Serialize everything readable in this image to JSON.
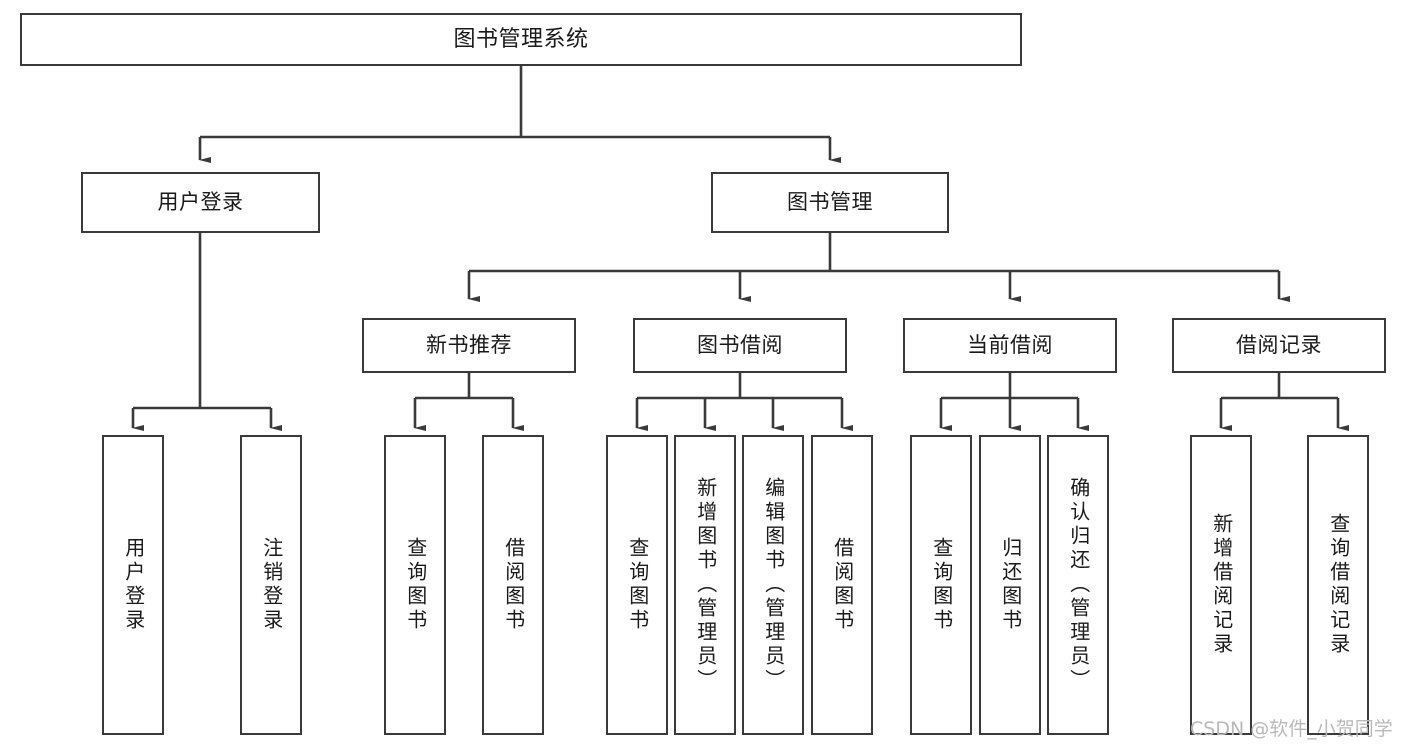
{
  "diagram": {
    "title": "图书管理系统",
    "type": "functional-structure-tree",
    "stroke_color": "#3a3a3a",
    "text_color": "#1a1a1a",
    "background_color": "#ffffff",
    "levels": {
      "root": {
        "label": "图书管理系统"
      },
      "level1": [
        {
          "id": "user-login",
          "label": "用户登录"
        },
        {
          "id": "book-management",
          "label": "图书管理"
        }
      ],
      "level2": [
        {
          "id": "new-book-recommend",
          "label": "新书推荐",
          "parent": "book-management"
        },
        {
          "id": "book-borrow",
          "label": "图书借阅",
          "parent": "book-management"
        },
        {
          "id": "current-borrow",
          "label": "当前借阅",
          "parent": "book-management"
        },
        {
          "id": "borrow-record",
          "label": "借阅记录",
          "parent": "book-management"
        }
      ],
      "level3": [
        {
          "id": "leaf-user-login",
          "label": "用户登录",
          "parent": "user-login"
        },
        {
          "id": "leaf-logout",
          "label": "注销登录",
          "parent": "user-login"
        },
        {
          "id": "leaf-query-book-1",
          "label": "查询图书",
          "parent": "new-book-recommend"
        },
        {
          "id": "leaf-borrow-book-1",
          "label": "借阅图书",
          "parent": "new-book-recommend"
        },
        {
          "id": "leaf-query-book-2",
          "label": "查询图书",
          "parent": "book-borrow"
        },
        {
          "id": "leaf-add-book",
          "label": "新增图书（管理员）",
          "parent": "book-borrow"
        },
        {
          "id": "leaf-edit-book",
          "label": "编辑图书（管理员）",
          "parent": "book-borrow"
        },
        {
          "id": "leaf-borrow-book-2",
          "label": "借阅图书",
          "parent": "book-borrow"
        },
        {
          "id": "leaf-query-book-3",
          "label": "查询图书",
          "parent": "current-borrow"
        },
        {
          "id": "leaf-return-book",
          "label": "归还图书",
          "parent": "current-borrow"
        },
        {
          "id": "leaf-confirm-return",
          "label": "确认归还（管理员）",
          "parent": "current-borrow"
        },
        {
          "id": "leaf-add-record",
          "label": "新增借阅记录",
          "parent": "borrow-record"
        },
        {
          "id": "leaf-query-record",
          "label": "查询借阅记录",
          "parent": "borrow-record"
        }
      ]
    }
  },
  "watermark": {
    "text": "CSDN @软件_小贺同学",
    "color": "#b9b9b9"
  }
}
